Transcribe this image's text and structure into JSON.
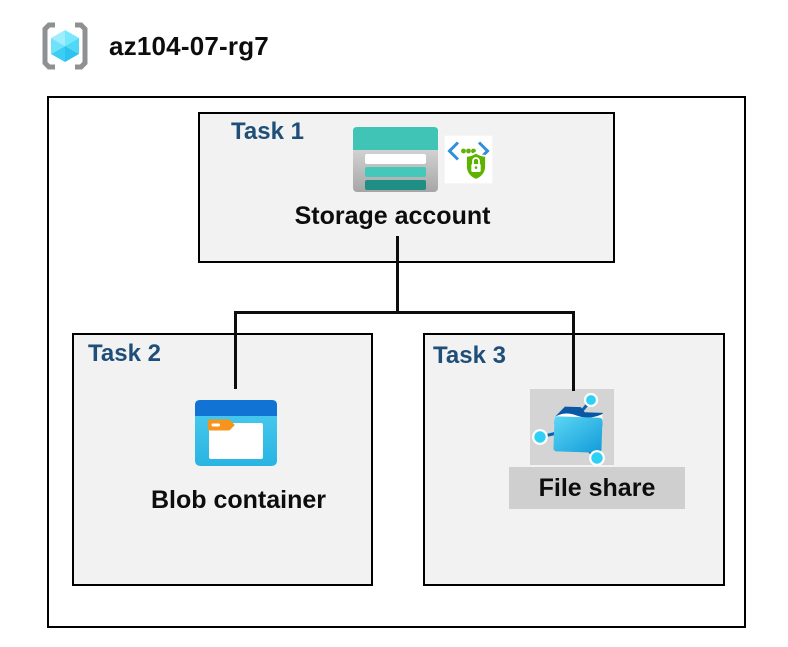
{
  "resource_group": {
    "title": "az104-07-rg7"
  },
  "tasks": [
    {
      "label": "Task 1",
      "resource": "Storage account"
    },
    {
      "label": "Task 2",
      "resource": "Blob container"
    },
    {
      "label": "Task 3",
      "resource": "File share"
    }
  ],
  "icons": {
    "resource_group": "resource-group-icon (gray brackets with cyan cube)",
    "storage_account": "storage-account-icon (teal bars on silver card)",
    "secure_access": "secure-access-icon (code brackets with green shield lock)",
    "blob_container": "blob-container-icon (blue window with white folder and orange tag)",
    "file_share": "file-share-icon (blue folder with network nodes)"
  },
  "colors": {
    "task_label_navy": "#1f4e79",
    "box_fill_gray": "#f2f2f2",
    "box_border": "#000000",
    "storage_teal": "#3fc4b6",
    "storage_teal_dark": "#1f8e85",
    "blob_blue": "#1173d4",
    "blob_cyan": "#35c0e8",
    "shield_green": "#5db300",
    "bracket_blue": "#2e8fdf",
    "tag_orange": "#f7941e",
    "folder_blue_dark": "#0a5ca8",
    "node_cyan": "#2ed1f4",
    "selection_gray": "#d4d4d4"
  }
}
